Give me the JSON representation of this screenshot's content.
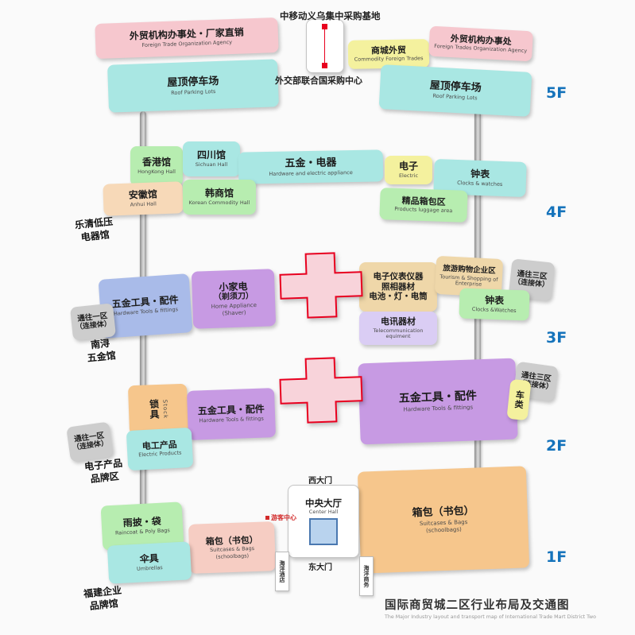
{
  "titles": {
    "main_zh": "国际商贸城二区行业布局及交通图",
    "main_en": "The Major Industry layout and transport map of International Trade Mart District Two"
  },
  "floor_labels": {
    "f5": "5F",
    "f4": "4F",
    "f3": "3F",
    "f2": "2F",
    "f1": "1F"
  },
  "palette": {
    "floor_label_blue": "#1573bb",
    "cross_red": "#e8001f",
    "visitor_red": "#d22a2a",
    "pink": "#f6c7ce",
    "cyan": "#a9e7e3",
    "yellow": "#f4f19e",
    "green": "#b7edb0",
    "peach": "#f7d9b8",
    "orange": "#f6c68c",
    "purple": "#c79ae3",
    "lavender": "#dacdf4",
    "periwinkle": "#a9bbe9",
    "tan": "#efd7a9",
    "gray": "#cdcdcd",
    "salmon": "#f6cdc3"
  },
  "f5": {
    "mobile_base": "中移动义乌集中采购基地",
    "un_center": "外交部联合国采购中心",
    "agency_left_zh": "外贸机构办事处・厂家直销",
    "agency_left_en": "Foreign Trade Organization Agency",
    "commodity_zh": "商城外贸",
    "commodity_en": "Commodity Foreign Trades",
    "agency_right_zh": "外贸机构办事处",
    "agency_right_en": "Foreign Trades Organization Agency",
    "roof_zh": "屋顶停车场",
    "roof_en": "Roof Parking Lots"
  },
  "f4": {
    "hk_zh": "香港馆",
    "hk_en": "HongKong Hall",
    "sc_zh": "四川馆",
    "sc_en": "Sichuan Hall",
    "hw_zh": "五金・电器",
    "hw_en": "Hardware and electric appliance",
    "el_zh": "电子",
    "el_en": "Electric",
    "ck_zh": "钟表",
    "ck_en": "Clocks & watches",
    "ah_zh": "安徽馆",
    "ah_en": "Anhui Hall",
    "kr_zh": "韩商馆",
    "kr_en": "Korean Commodity Hall",
    "lg_zh": "精品箱包区",
    "lg_en": "Products luggage area",
    "side_label": "乐清低压\n电器馆"
  },
  "f3": {
    "tools_zh": "五金工具・配件",
    "tools_en": "Hardware Tools & fittings",
    "ha_zh": "小家电",
    "ha_zh2": "（剃须刀）",
    "ha_en": "Home Appliance",
    "ha_en2": "(Shaver)",
    "inst_l1": "电子仪表仪器",
    "inst_l2": "照相器材",
    "inst_l3": "电池・灯・电筒",
    "tour_zh": "旅游购物企业区",
    "tour_en": "Tourism & Shopping of Enterprise",
    "ck_zh": "钟表",
    "ck_en": "Clocks &Watches",
    "tel_zh": "电讯器材",
    "tel_en": "Telecommunication equiment",
    "to_d3": "通往三区",
    "to_d3b": "（连接体）",
    "to_d1": "通往一区",
    "to_d1b": "（连接体）",
    "side_label": "南浔\n五金馆"
  },
  "f2": {
    "lock_zh": "锁具",
    "lock_en": "Stock",
    "tools_zh": "五金工具・配件",
    "tools_en": "Hardware Tools & fittings",
    "veh": "车类",
    "ep_zh": "电工产品",
    "ep_en": "Electric Products",
    "to_d3": "通往三区",
    "to_d3b": "（连接体）",
    "to_d1": "通往一区",
    "to_d1b": "（连接体）",
    "side_label": "电子产品\n品牌区"
  },
  "f1": {
    "west_gate": "西大门",
    "east_gate": "东大门",
    "hall_zh": "中央大厅",
    "hall_en": "Center Hall",
    "visitor": "游客中心",
    "rain_zh": "雨披・袋",
    "rain_en": "Raincoat & Poly Bags",
    "bag_zh": "箱包（书包）",
    "bag_en": "Suitcases & Bags",
    "bag_en2": "(schoolbags)",
    "umb_zh": "伞具",
    "umb_en": "Umbrellas",
    "hotel1": "海洋酒店",
    "hotel2": "海洋商务",
    "side_label": "福建企业\n品牌馆"
  }
}
